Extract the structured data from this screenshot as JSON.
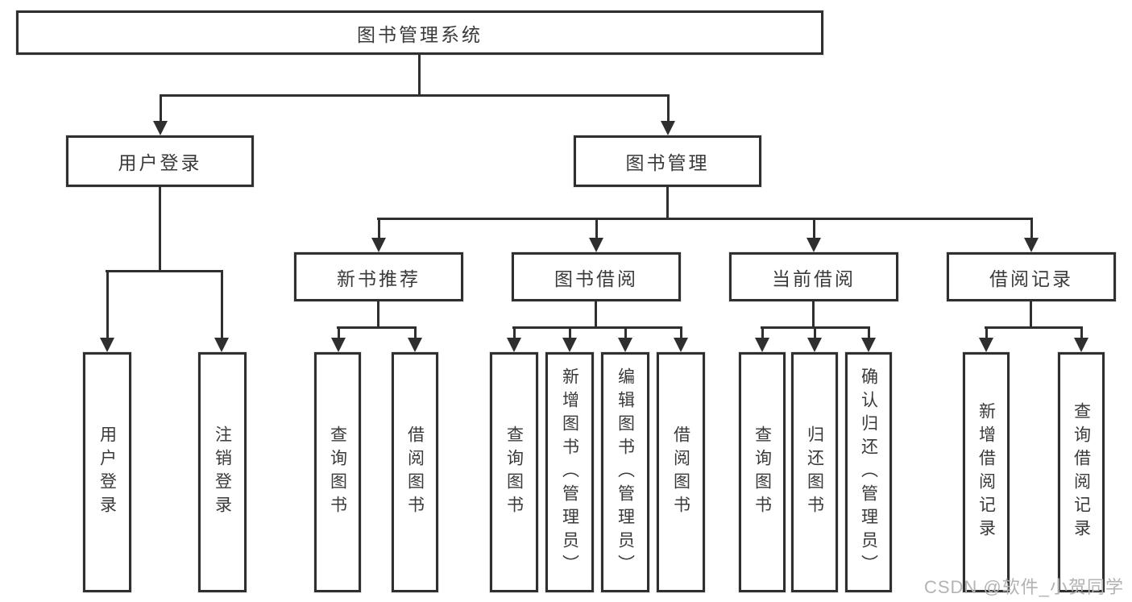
{
  "colors": {
    "line": "#2f2f2f",
    "text": "#3a3a3a",
    "watermark": "#b3b3b3"
  },
  "tree": {
    "root": {
      "label": "图书管理系统"
    },
    "branches": [
      {
        "label": "用户登录",
        "children": [
          {
            "label": "用户登录"
          },
          {
            "label": "注销登录"
          }
        ]
      },
      {
        "label": "图书管理",
        "groups": [
          {
            "label": "新书推荐",
            "children": [
              {
                "label": "查询图书"
              },
              {
                "label": "借阅图书"
              }
            ]
          },
          {
            "label": "图书借阅",
            "children": [
              {
                "label": "查询图书"
              },
              {
                "label": "新增图书（管理员）"
              },
              {
                "label": "编辑图书（管理员）"
              },
              {
                "label": "借阅图书"
              }
            ]
          },
          {
            "label": "当前借阅",
            "children": [
              {
                "label": "查询图书"
              },
              {
                "label": "归还图书"
              },
              {
                "label": "确认归还（管理员）"
              }
            ]
          },
          {
            "label": "借阅记录",
            "children": [
              {
                "label": "新增借阅记录"
              },
              {
                "label": "查询借阅记录"
              }
            ]
          }
        ]
      }
    ]
  },
  "watermark": {
    "text": "CSDN @软件_小贺同学"
  }
}
